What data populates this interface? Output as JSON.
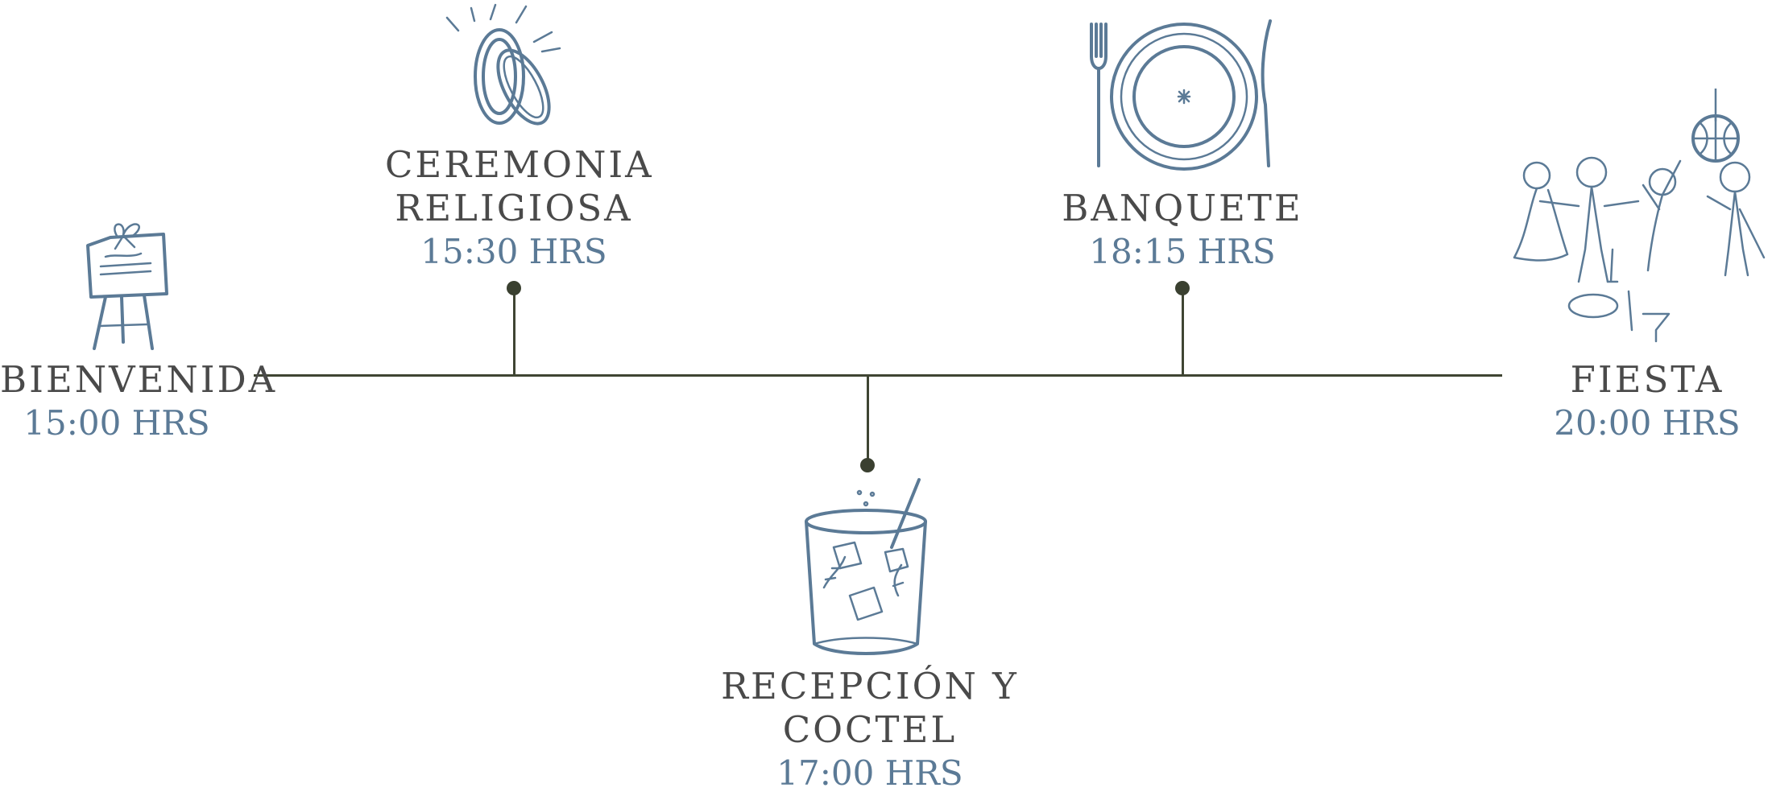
{
  "events": [
    {
      "id": "bienvenida",
      "name": "BIENVENIDA",
      "time": "15:00 HRS",
      "icon": "welcome-sign-icon"
    },
    {
      "id": "ceremonia",
      "name_lines": [
        "CEREMONIA",
        "RELIGIOSA"
      ],
      "time": "15:30 HRS",
      "icon": "wedding-rings-icon"
    },
    {
      "id": "recepcion",
      "name_lines": [
        "RECEPCIÓN Y",
        "COCTEL"
      ],
      "time": "17:00 HRS",
      "icon": "cocktail-glass-icon"
    },
    {
      "id": "banquete",
      "name": "BANQUETE",
      "time": "18:15 HRS",
      "icon": "plate-cutlery-icon"
    },
    {
      "id": "fiesta",
      "name": "FIESTA",
      "time": "20:00 HRS",
      "icon": "dancing-party-icon"
    }
  ],
  "colors": {
    "line": "#3f4533",
    "text": "#4a4a4a",
    "time": "#5b7a96",
    "illustration": "#5b7a96"
  }
}
